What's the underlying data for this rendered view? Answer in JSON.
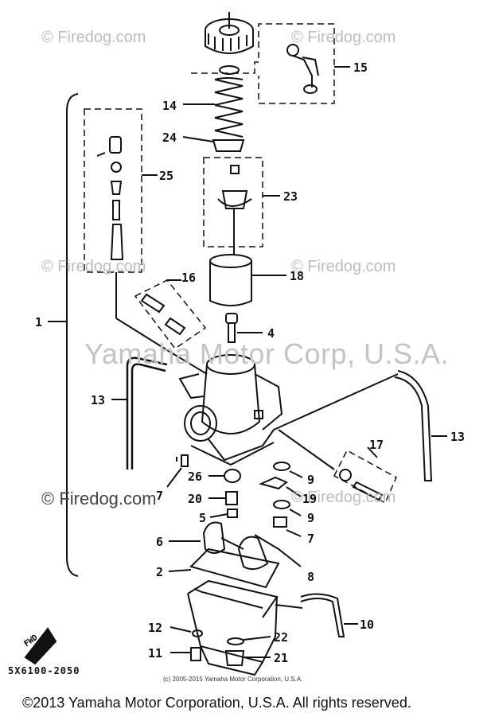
{
  "watermarks": {
    "site": "© Firedog.com",
    "brand": "Yamaha Motor Corp, U.S.A."
  },
  "labels": {
    "p1": "1",
    "p2": "2",
    "p4": "4",
    "p5": "5",
    "p6": "6",
    "p7a": "7",
    "p7b": "7",
    "p8": "8",
    "p9a": "9",
    "p9b": "9",
    "p10": "10",
    "p11": "11",
    "p12": "12",
    "p13a": "13",
    "p13b": "13",
    "p14": "14",
    "p15": "15",
    "p16": "16",
    "p17": "17",
    "p18": "18",
    "p19": "19",
    "p20": "20",
    "p21": "21",
    "p22": "22",
    "p23": "23",
    "p24": "24",
    "p25": "25",
    "p26": "26"
  },
  "direction_label": "FWD",
  "diagram_code": "5X6100-2050",
  "small_copyright": "(c) 2005-2015 Yamaha Motor Corporation, U.S.A.",
  "footer_copyright": "©2013 Yamaha Motor Corporation, U.S.A. All rights reserved."
}
